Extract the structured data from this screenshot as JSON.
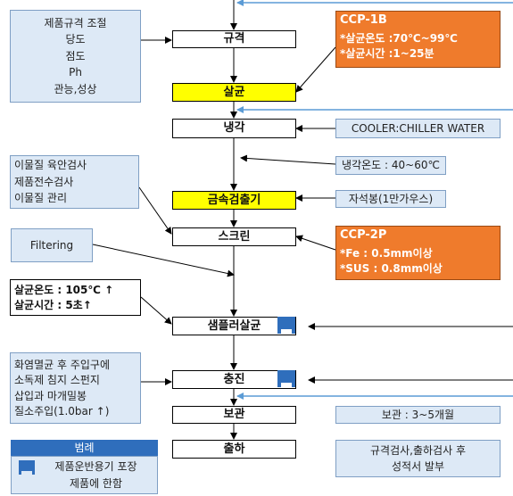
{
  "process": {
    "spec": "규격",
    "sterilize": "살균",
    "cool": "냉각",
    "metal_detect": "금속검출기",
    "screen": "스크린",
    "sample_sterilize": "샘플러살균",
    "fill": "충진",
    "store": "보관",
    "ship": "출하"
  },
  "spec_adjust": [
    "제품규격 조절",
    "당도",
    "점도",
    "Ph",
    "관능,성상"
  ],
  "ccp1b": {
    "title": "CCP-1B",
    "line1": "*살균온도 :70℃~99℃",
    "line2": "*살균시간 :1~25분"
  },
  "cooler": "COOLER:CHILLER WATER",
  "cool_temp": "냉각온도 : 40~60℃",
  "foreign_check": [
    "이물질 육안검사",
    "제품전수검사",
    "이물질 관리"
  ],
  "magnet": "자석봉(1만가우스)",
  "ccp2p": {
    "title": "CCP-2P",
    "line1": "*Fe : 0.5mm이상",
    "line2": "*SUS : 0.8mm이상"
  },
  "filtering": "Filtering",
  "sterilize_cond": [
    "살균온도 : 105℃ ↑",
    "살균시간 : 5초↑"
  ],
  "flame": [
    "화염멸균 후 주입구에",
    "소독제 침지 스펀지",
    "삽입과 마개밀봉",
    "질소주입(1.0bar ↑)"
  ],
  "storage_period": "보관 : 3~5개월",
  "shipping_note": [
    "규격검사,출하검사 후",
    "성적서 발부"
  ],
  "legend": {
    "title": "범례",
    "line1": "제품운반용기 포장",
    "line2": "제품에 한함"
  },
  "colors": {
    "blue_box": "#dde9f6",
    "orange_ccp": "#ef7b2c",
    "yellow_ccp": "#ffff00",
    "arrow_blue": "#5b9bd5",
    "icon_blue": "#2f6ebc"
  },
  "icons": [
    "transport-container-icon"
  ]
}
